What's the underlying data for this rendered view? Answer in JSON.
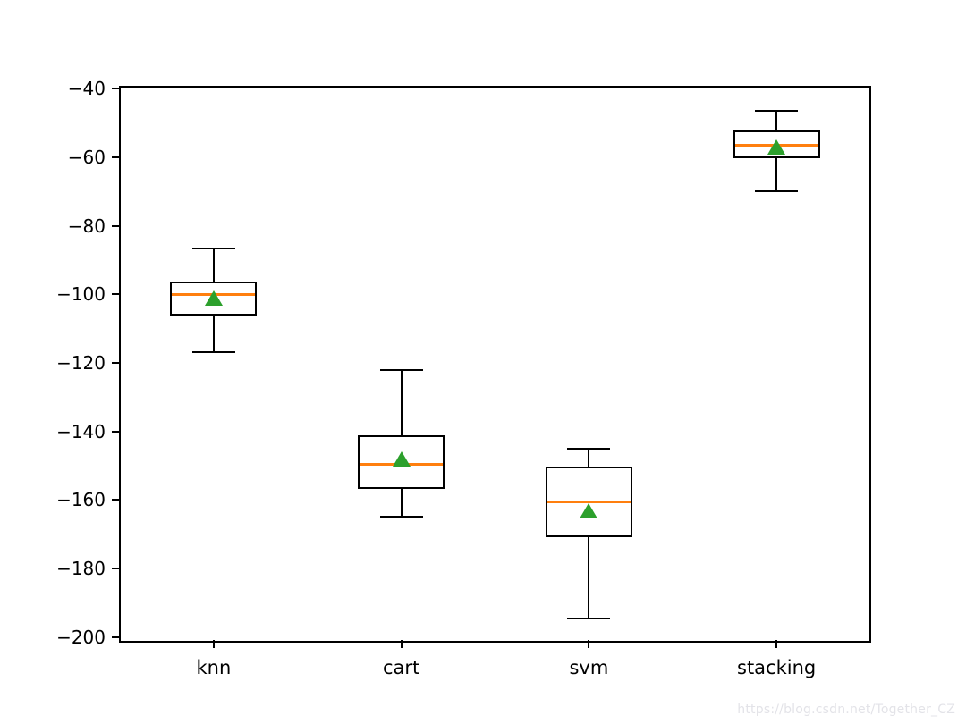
{
  "watermark": "https://blog.csdn.net/Together_CZ",
  "colors": {
    "box_edge": "#000000",
    "median": "#ff7f0e",
    "mean": "#2ca02c",
    "tick_text": "#000000",
    "watermark": "#e3e3e8",
    "background": "#ffffff"
  },
  "chart_data": {
    "type": "boxplot",
    "title": "",
    "xlabel": "",
    "ylabel": "",
    "grid": false,
    "showmeans": true,
    "categories": [
      "knn",
      "cart",
      "svm",
      "stacking"
    ],
    "series": [
      {
        "name": "knn",
        "whislo": -117,
        "q1": -106,
        "med": -100,
        "mean": -101,
        "q3": -96.5,
        "whishi": -86.5
      },
      {
        "name": "cart",
        "whislo": -165,
        "q1": -156.5,
        "med": -149.5,
        "mean": -148,
        "q3": -141.5,
        "whishi": -122
      },
      {
        "name": "svm",
        "whislo": -194.5,
        "q1": -170.5,
        "med": -160.5,
        "mean": -163,
        "q3": -150.5,
        "whishi": -145
      },
      {
        "name": "stacking",
        "whislo": -70,
        "q1": -60,
        "med": -56.5,
        "mean": -57,
        "q3": -52.5,
        "whishi": -46.5
      }
    ],
    "yticks": [
      -40,
      -60,
      -80,
      -100,
      -120,
      -140,
      -160,
      -180,
      -200
    ],
    "ytick_labels": [
      "−40",
      "−60",
      "−80",
      "−100",
      "−120",
      "−140",
      "−160",
      "−180",
      "−200"
    ],
    "ylim": [
      -201.4,
      -39.4
    ]
  }
}
